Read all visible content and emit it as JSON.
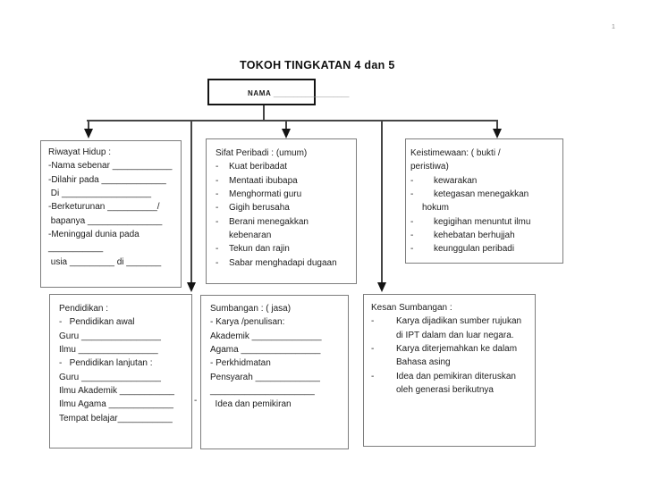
{
  "page": {
    "number": "1",
    "title": "TOKOH TINGKATAN 4 dan 5"
  },
  "nama": {
    "label": "NAMA ",
    "line": "___________________"
  },
  "riwayat": {
    "lines": [
      "Riwayat Hidup :",
      "-Nama sebenar ____________",
      "-Dilahir pada _____________",
      " Di __________________",
      "-Berketurunan __________/",
      " bapanya _______________",
      "-Meninggal dunia pada",
      "___________",
      " usia _________ di _______"
    ]
  },
  "sifat": {
    "title": "Sifat Peribadi : (umum)",
    "items": [
      {
        "b": "-",
        "t": "Kuat beribadat"
      },
      {
        "b": "-",
        "t": "Mentaati ibubapa"
      },
      {
        "b": "-",
        "t": "Menghormati guru"
      },
      {
        "b": "-",
        "t": "Gigih berusaha"
      },
      {
        "b": "-",
        "t": "Berani menegakkan"
      },
      {
        "b": "",
        "t": "kebenaran"
      },
      {
        "b": "-",
        "t": "Tekun dan rajin"
      },
      {
        "b": "-",
        "t": "Sabar menghadapi dugaan"
      }
    ]
  },
  "keistimewaan": {
    "title_line1": "Keistimewaan: ( bukti /",
    "title_line2": "peristiwa)",
    "items": [
      {
        "b": "-",
        "t": "kewarakan"
      },
      {
        "b": "-",
        "t": "ketegasan menegakkan"
      },
      {
        "b": "",
        "t": "hokum"
      },
      {
        "b": "-",
        "t": "kegigihan menuntut ilmu"
      },
      {
        "b": "-",
        "t": "kehebatan berhujjah"
      },
      {
        "b": "-",
        "t": "keunggulan peribadi"
      }
    ]
  },
  "pendidikan": {
    "lines": [
      "Pendidikan :",
      "-   Pendidikan awal",
      "Guru ________________",
      "Ilmu ________________",
      "-   Pendidikan lanjutan :",
      "Guru ________________",
      "Ilmu Akademik ___________",
      "Ilmu Agama _____________",
      "Tempat belajar___________"
    ]
  },
  "sumbangan": {
    "lines": [
      "Sumbangan : ( jasa)",
      "- Karya /penulisan:",
      "Akademik ______________",
      "Agama ________________",
      "- Perkhidmatan",
      "Pensyarah _____________",
      "_____________________",
      "  Idea dan pemikiran"
    ],
    "outside_dash": "-"
  },
  "kesan": {
    "title": "Kesan Sumbangan :",
    "items": [
      {
        "b": "-",
        "t": "Karya dijadikan sumber rujukan"
      },
      {
        "b": "",
        "t": "di IPT dalam dan luar negara."
      },
      {
        "b": "-",
        "t": "Karya diterjemahkan ke dalam"
      },
      {
        "b": "",
        "t": "Bahasa asing"
      },
      {
        "b": "-",
        "t": "Idea dan pemikiran diteruskan"
      },
      {
        "b": "",
        "t": "oleh generasi berikutnya"
      }
    ]
  }
}
